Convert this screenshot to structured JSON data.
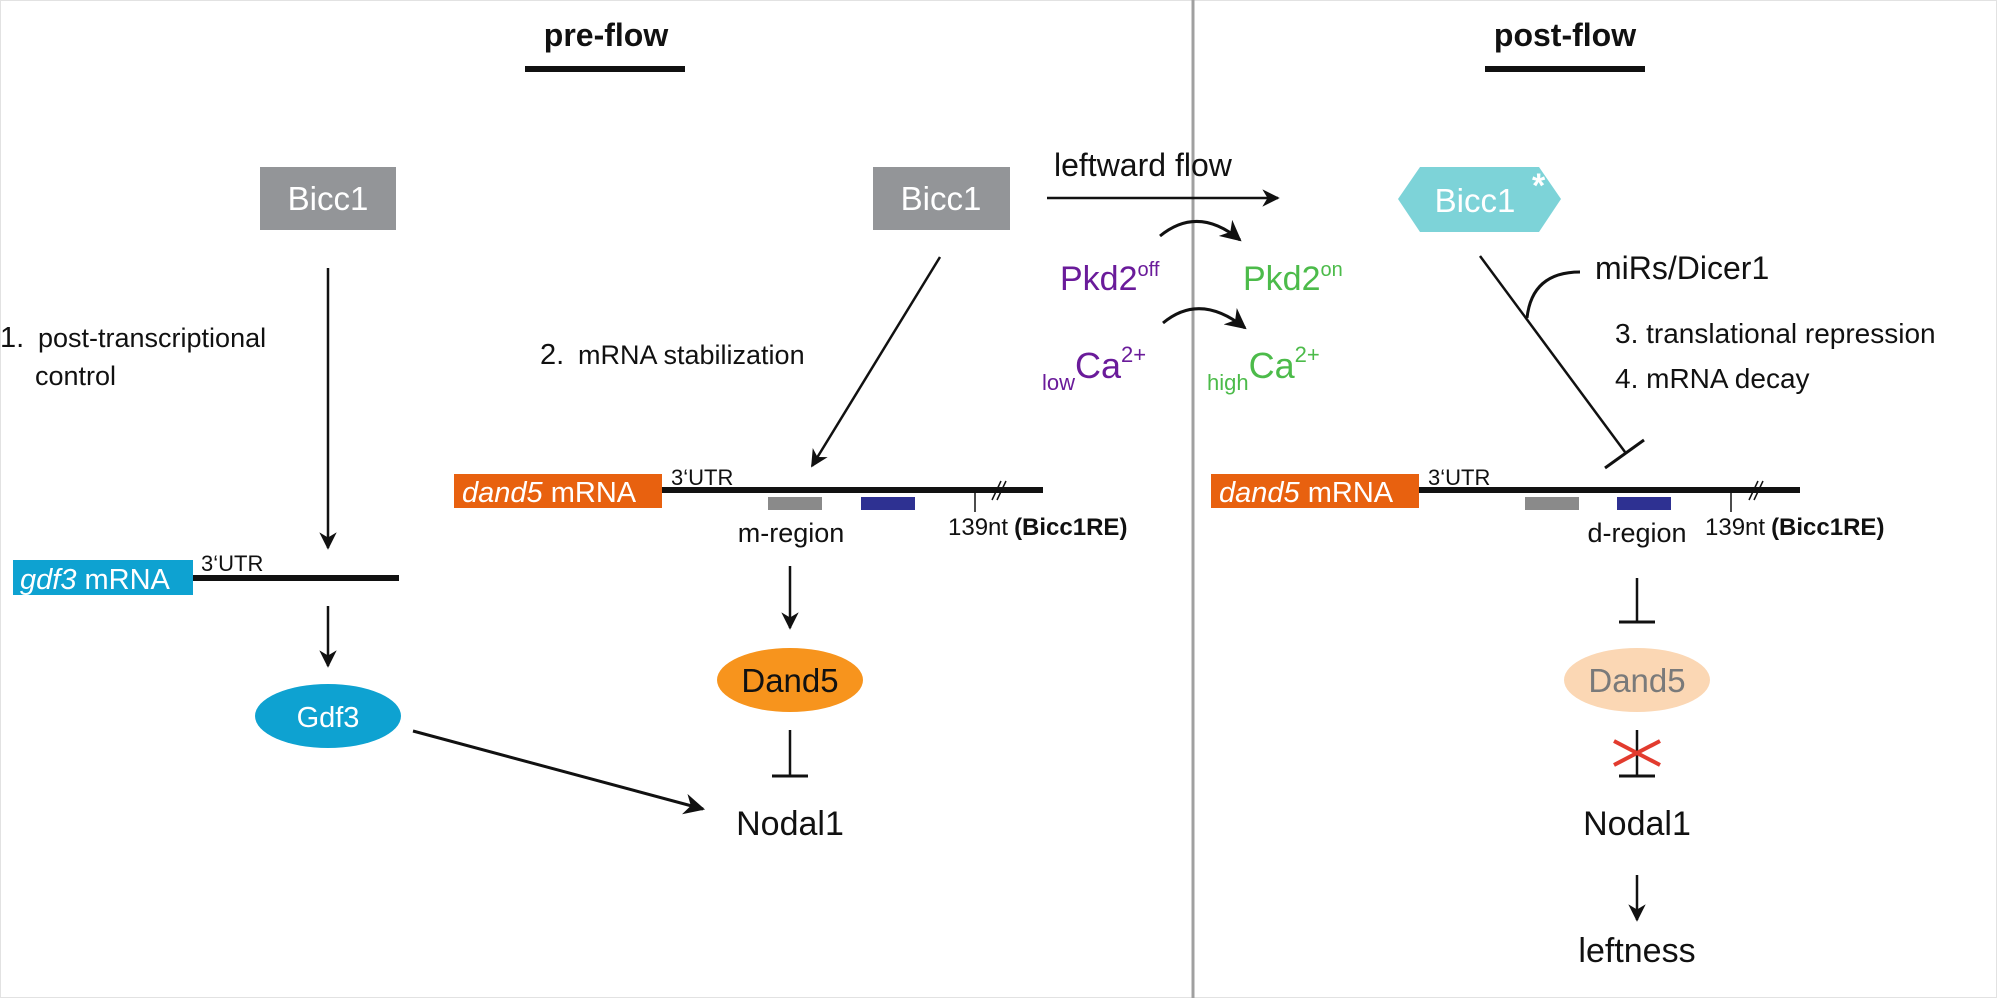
{
  "panels": {
    "pre": {
      "title": "pre-flow"
    },
    "post": {
      "title": "post-flow"
    }
  },
  "colors": {
    "bicc1_gray": "#939598",
    "bicc1_active": "#7dd3d8",
    "gdf3_blue": "#0ea2d1",
    "dand5_orange": "#f7941d",
    "dand5_mrna": "#e8610f",
    "dand5_pale": "#fbd7b4",
    "purple": "#6a1b9a",
    "green": "#4cbb4a",
    "region_gray": "#8a8a8a",
    "region_blue": "#2e3192",
    "block_red": "#e23b2e",
    "divider": "#a0a0a0"
  },
  "left": {
    "bicc1": "Bicc1",
    "step1_num": "1.",
    "step1_line1": "post-transcriptional",
    "step1_line2": "control",
    "gdf3_mrna_italic": "gdf3",
    "gdf3_mrna_rest": " mRNA",
    "utr": "3‘UTR",
    "gdf3_protein": "Gdf3"
  },
  "middle": {
    "bicc1": "Bicc1",
    "step2_num": "2.",
    "step2_text": "mRNA stabilization",
    "dand5_mrna_italic": "dand5",
    "dand5_mrna_rest": " mRNA",
    "utr": "3‘UTR",
    "region_label": "m-region",
    "site_label": "139nt",
    "site_bold": "(Bicc1RE)",
    "dand5_protein": "Dand5",
    "nodal": "Nodal1"
  },
  "flow": {
    "label": "leftward flow",
    "pkd2_off_base": "Pkd2",
    "pkd2_off_sup": "off",
    "pkd2_on_base": "Pkd2",
    "pkd2_on_sup": "on",
    "ca_low_sub": "low",
    "ca_high_sub": "high",
    "ca_base": "Ca",
    "ca_sup": "2+"
  },
  "right": {
    "bicc1": "Bicc1",
    "bicc1_mark": "*",
    "mirs": "miRs/Dicer1",
    "step3": "3. translational repression",
    "step4": "4. mRNA decay",
    "dand5_mrna_italic": "dand5",
    "dand5_mrna_rest": " mRNA",
    "utr": "3‘UTR",
    "region_label": "d-region",
    "site_label": "139nt",
    "site_bold": "(Bicc1RE)",
    "dand5_protein": "Dand5",
    "nodal": "Nodal1",
    "outcome": "leftness"
  }
}
